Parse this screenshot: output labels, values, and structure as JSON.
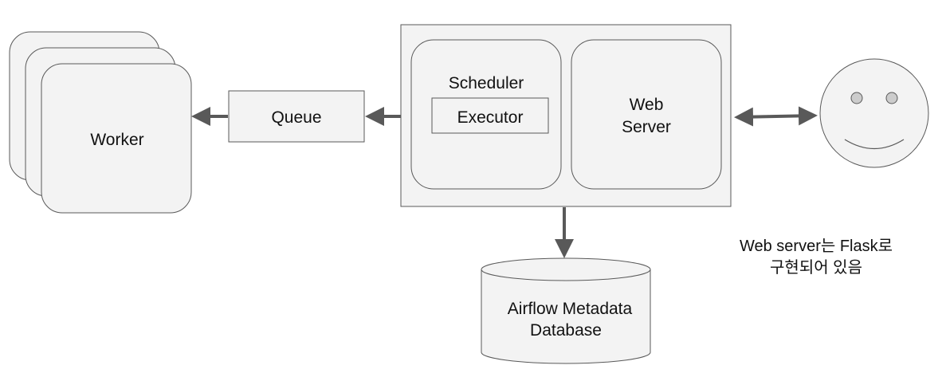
{
  "worker": {
    "label": "Worker"
  },
  "queue": {
    "label": "Queue"
  },
  "scheduler": {
    "label": "Scheduler",
    "executor_label": "Executor"
  },
  "webserver": {
    "label_line1": "Web",
    "label_line2": "Server"
  },
  "database": {
    "label_line1": "Airflow Metadata",
    "label_line2": "Database"
  },
  "note": {
    "line1": "Web server는 Flask로",
    "line2": "구현되어 있음"
  },
  "colors": {
    "box_fill": "#f3f3f3",
    "stroke": "#595959",
    "arrow": "#595959",
    "text": "#111111"
  }
}
